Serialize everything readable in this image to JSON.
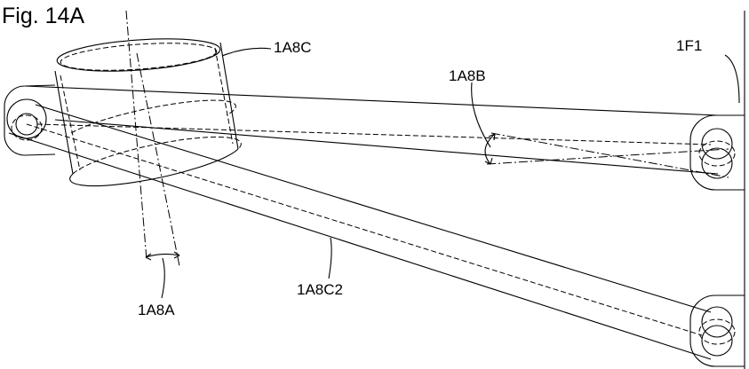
{
  "figure": {
    "title": "Fig. 14A",
    "labels": {
      "collar": "1A8C",
      "angle_b": "1A8B",
      "frame": "1F1",
      "lower_arm": "1A8C2",
      "angle_a": "1A8A"
    }
  }
}
